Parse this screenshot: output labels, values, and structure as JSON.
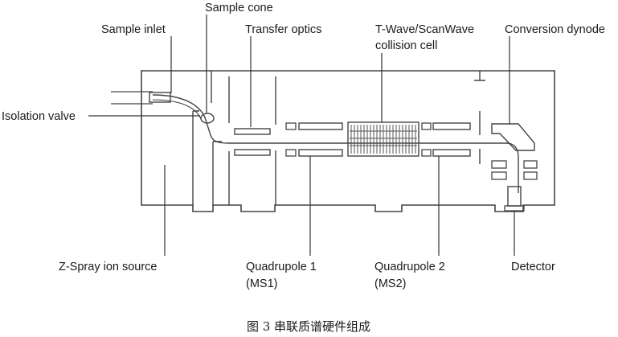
{
  "labels": {
    "sample_cone": "Sample cone",
    "sample_inlet": "Sample inlet",
    "transfer_optics": "Transfer optics",
    "collision_cell_line1": "T-Wave/ScanWave",
    "collision_cell_line2": "collision cell",
    "conversion_dynode": "Conversion dynode",
    "isolation_valve": "Isolation valve",
    "ion_source": "Z-Spray ion source",
    "quadrupole1_line1": "Quadrupole 1",
    "quadrupole1_line2": "(MS1)",
    "quadrupole2_line1": "Quadrupole 2",
    "quadrupole2_line2": "(MS2)",
    "detector": "Detector"
  },
  "caption": "图 3  串联质谱硬件组成"
}
